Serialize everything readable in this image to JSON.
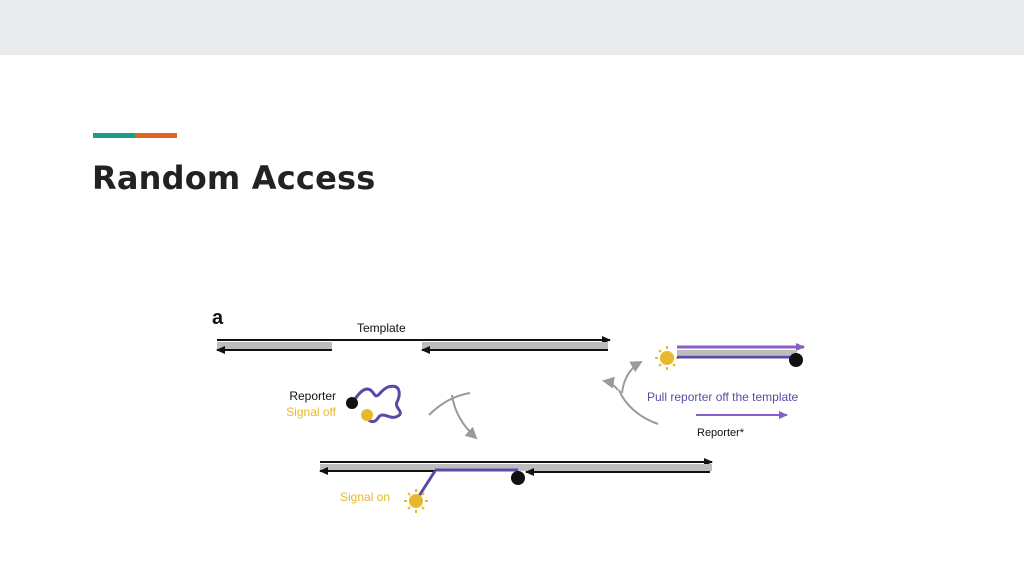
{
  "slide": {
    "title": "Random Access",
    "accent_colors": {
      "teal": "#1a9e8a",
      "orange": "#e3641d"
    }
  },
  "figure": {
    "panel_label": "a",
    "labels": {
      "template": "Template",
      "reporter": "Reporter",
      "signal_off": "Signal off",
      "signal_on": "Signal on",
      "pull_reporter": "Pull reporter off the template",
      "reporter_star": "Reporter*"
    },
    "colors": {
      "strand": "#111111",
      "strand_fill": "#bdbdbd",
      "reporter": "#5b49a6",
      "reporter_star": "#8b5cc8",
      "signal": "#e8b82e",
      "flow_arrow": "#9a9a9a"
    }
  }
}
